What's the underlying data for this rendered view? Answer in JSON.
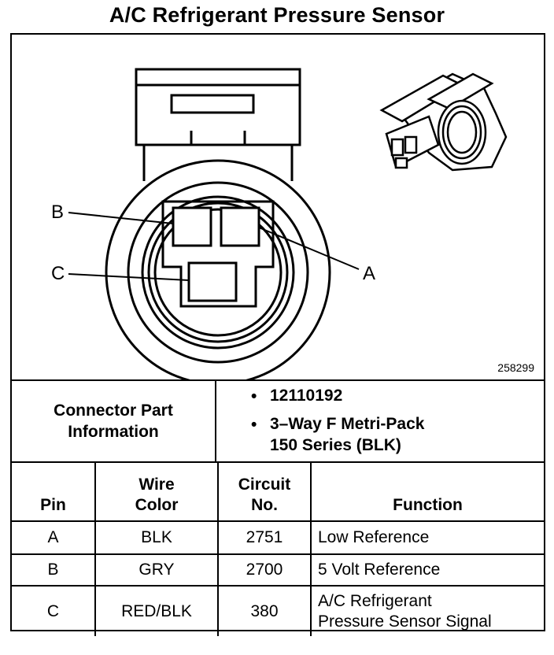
{
  "title": "A/C Refrigerant Pressure Sensor",
  "figure_number": "258299",
  "pin_callouts": {
    "a": "A",
    "b": "B",
    "c": "C"
  },
  "connector_info": {
    "label_line1": "Connector Part",
    "label_line2": "Information",
    "bullet": "•",
    "part_number": "12110192",
    "description_line1": "3–Way F Metri-Pack",
    "description_line2": "150 Series (BLK)"
  },
  "table": {
    "headers": {
      "pin": "Pin",
      "wire_color_1": "Wire",
      "wire_color_2": "Color",
      "circuit_1": "Circuit",
      "circuit_2": "No.",
      "function": "Function"
    },
    "rows": [
      {
        "pin": "A",
        "wire_color": "BLK",
        "circuit": "2751",
        "function_1": "Low Reference",
        "function_2": ""
      },
      {
        "pin": "B",
        "wire_color": "GRY",
        "circuit": "2700",
        "function_1": "5 Volt Reference",
        "function_2": ""
      },
      {
        "pin": "C",
        "wire_color": "RED/BLK",
        "circuit": "380",
        "function_1": "A/C Refrigerant",
        "function_2": "Pressure Sensor Signal"
      }
    ]
  }
}
